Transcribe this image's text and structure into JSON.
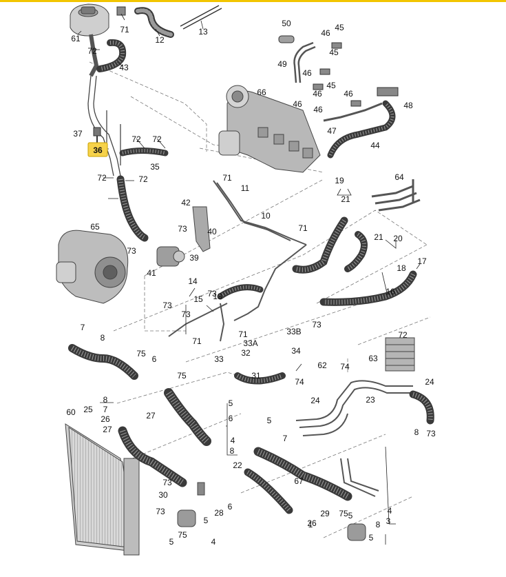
{
  "diagram": {
    "highlight_label": "36",
    "labels": [
      "71",
      "13",
      "12",
      "61",
      "72",
      "43",
      "50",
      "46",
      "45",
      "49",
      "46",
      "45",
      "46",
      "45",
      "46",
      "66",
      "46",
      "48",
      "37",
      "72",
      "72",
      "46",
      "47",
      "44",
      "36",
      "35",
      "72",
      "72",
      "71",
      "11",
      "19",
      "21",
      "64",
      "42",
      "65",
      "73",
      "40",
      "10",
      "71",
      "21",
      "20",
      "73",
      "39",
      "41",
      "14",
      "73",
      "15",
      "73",
      "73",
      "17",
      "18",
      "16",
      "13",
      "7",
      "8",
      "71",
      "71",
      "72",
      "33A",
      "33B",
      "73",
      "75",
      "6",
      "34",
      "33",
      "32",
      "62",
      "74",
      "74",
      "63",
      "75",
      "31",
      "24",
      "23",
      "5",
      "24",
      "8",
      "7",
      "26",
      "27",
      "6",
      "60",
      "25",
      "27",
      "4",
      "8",
      "5",
      "7",
      "8",
      "73",
      "22",
      "67",
      "73",
      "75",
      "6",
      "30",
      "28",
      "5",
      "29",
      "5",
      "4",
      "26",
      "73",
      "5",
      "75",
      "4",
      "8",
      "1",
      "3",
      "5",
      "73",
      "4"
    ]
  }
}
